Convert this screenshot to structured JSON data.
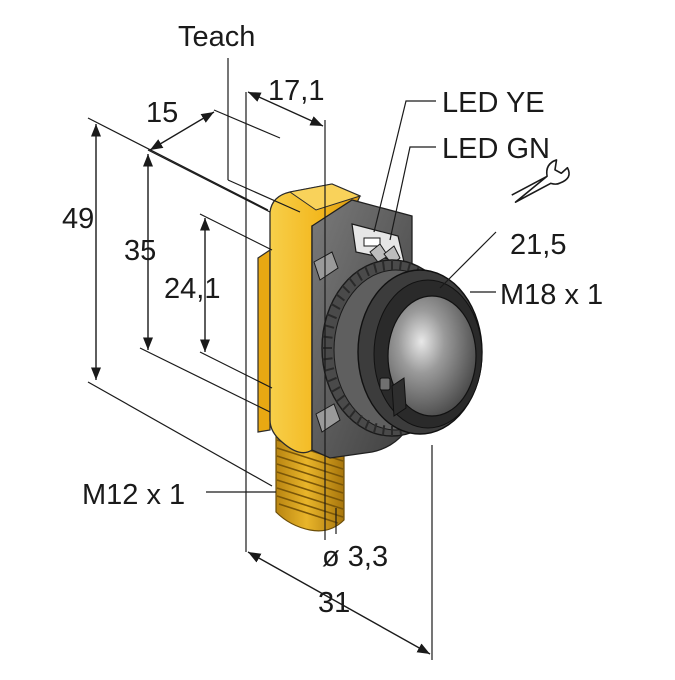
{
  "labels": {
    "teach": "Teach",
    "led_ye": "LED YE",
    "led_gn": "LED GN",
    "wrench_size": "21,5",
    "front_thread": "M18 x 1",
    "connector_thread": "M12 x 1",
    "hole_diameter": "ø 3,3",
    "dim_15": "15",
    "dim_17_1": "17,1",
    "dim_49": "49",
    "dim_35": "35",
    "dim_24_1": "24,1",
    "dim_31": "31"
  },
  "colors": {
    "housing_yellow": "#f3b81f",
    "housing_dark": "#5c5c5c",
    "connector_gold": "#d4a020",
    "line": "#1a1a1a"
  },
  "icons": {
    "wrench": "wrench-icon"
  }
}
